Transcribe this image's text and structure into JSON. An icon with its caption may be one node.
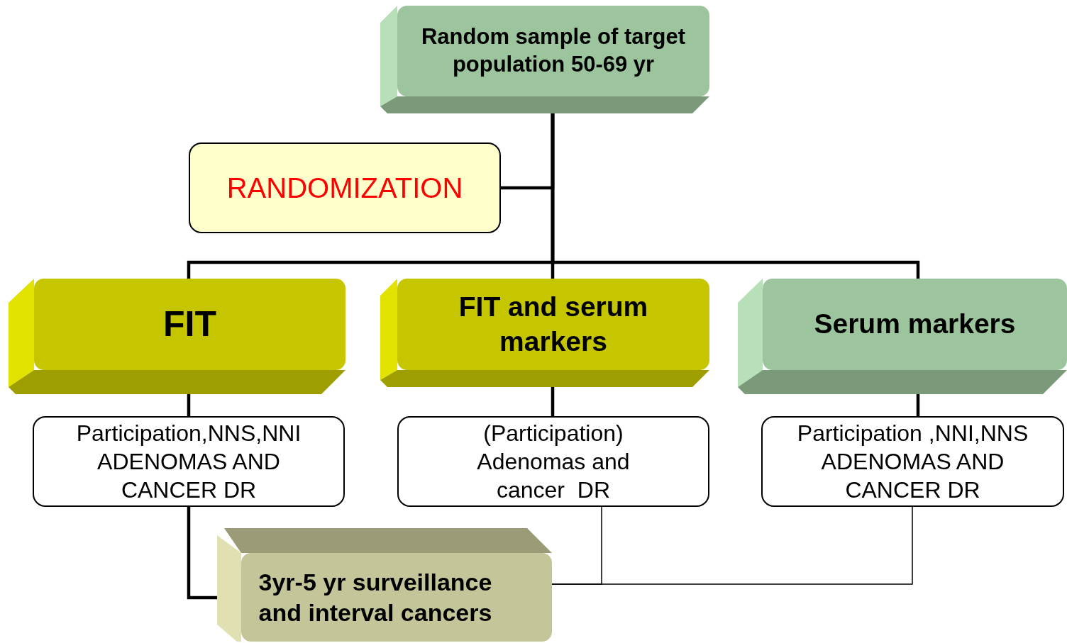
{
  "diagram": {
    "nodes": [
      {
        "text": [
          "Random sample of target population 50-69 yr"
        ]
      },
      {
        "text": [
          "RANDOMIZATION"
        ]
      },
      {
        "text": [
          "FIT"
        ]
      },
      {
        "text": [
          "FIT and serum markers"
        ]
      },
      {
        "text": [
          "Serum markers"
        ]
      },
      {
        "text": [
          "Participation,NNS,NNI ADENOMAS AND CANCER DR"
        ]
      },
      {
        "text": [
          "(Participation) Adenomas and cancer  DR"
        ]
      },
      {
        "text": [
          "Participation ,NNI,NNS ADENOMAS AND CANCER DR"
        ]
      },
      {
        "text": [
          "3yr-5 yr surveillance and interval cancers"
        ]
      }
    ],
    "edges": [
      {
        "from": 0,
        "to": 1,
        "arrow": "none"
      },
      {
        "from": 0,
        "to": 2,
        "arrow": "none"
      },
      {
        "from": 0,
        "to": 3,
        "arrow": "none"
      },
      {
        "from": 0,
        "to": 4,
        "arrow": "none"
      },
      {
        "from": 2,
        "to": 5,
        "arrow": "none"
      },
      {
        "from": 3,
        "to": 6,
        "arrow": "none"
      },
      {
        "from": 4,
        "to": 7,
        "arrow": "none"
      },
      {
        "from": 5,
        "to": 8,
        "arrow": "none"
      },
      {
        "from": 6,
        "to": 8,
        "arrow": "none"
      },
      {
        "from": 7,
        "to": 8,
        "arrow": "none"
      }
    ]
  }
}
